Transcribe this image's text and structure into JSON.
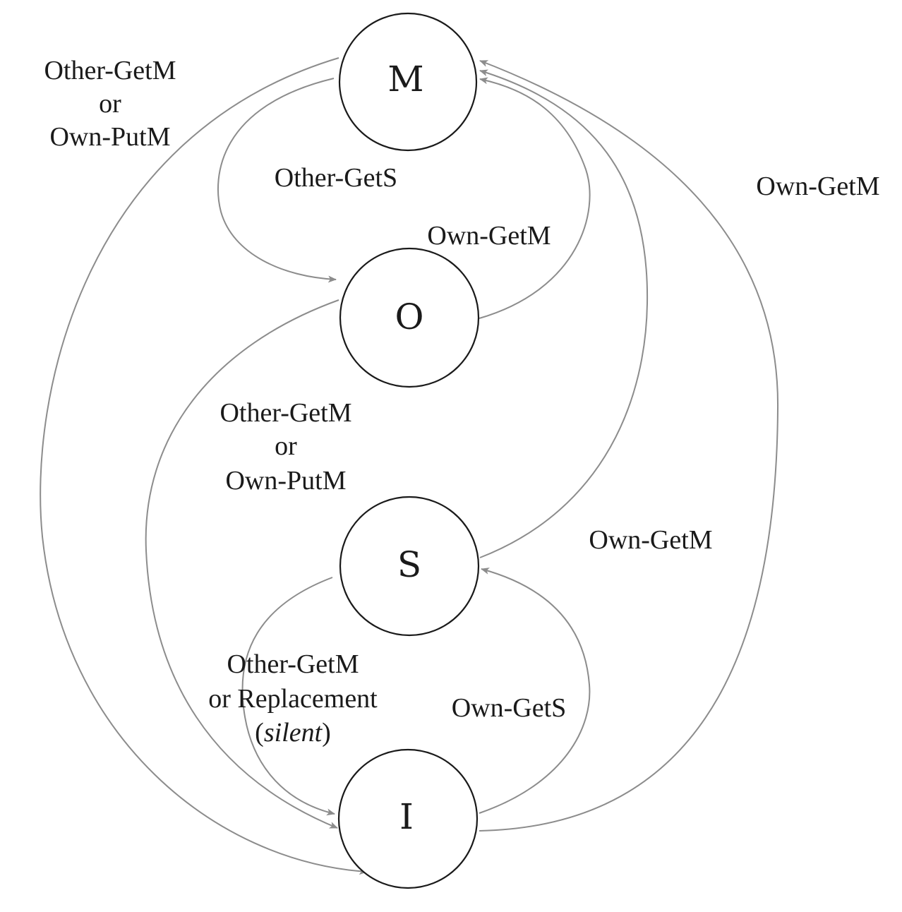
{
  "colors": {
    "edge": "#8c8c8c",
    "state_outline": "#1a1a1a",
    "text": "#1a1a1a",
    "background": "#ffffff"
  },
  "states": {
    "m": "M",
    "o": "O",
    "s": "S",
    "i": "I"
  },
  "transitions": {
    "m_to_i": {
      "line1": "Other-GetM",
      "line2": "or",
      "line3": "Own-PutM"
    },
    "m_to_o": {
      "label": "Other-GetS"
    },
    "o_to_m": {
      "label": "Own-GetM"
    },
    "o_to_i": {
      "line1": "Other-GetM",
      "line2": "or",
      "line3": "Own-PutM"
    },
    "s_to_m": {
      "label": "Own-GetM"
    },
    "i_to_m": {
      "label": "Own-GetM"
    },
    "s_to_i": {
      "line1": "Other-GetM",
      "line2": "or Replacement",
      "line3_open": "(",
      "line3_italic": "silent",
      "line3_close": ")"
    },
    "i_to_s": {
      "label": "Own-GetS"
    }
  }
}
